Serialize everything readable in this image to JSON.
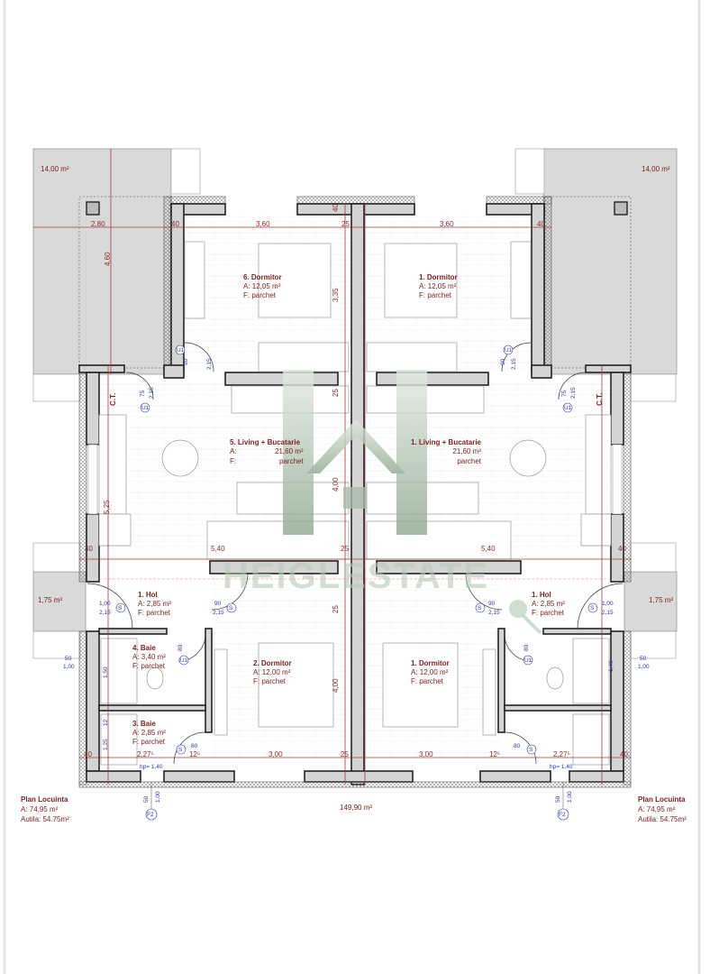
{
  "terraces": {
    "top_left": "14,00 m²",
    "top_right": "14,00 m²",
    "side_left": "1,75 m²",
    "side_right": "1,75 m²"
  },
  "dimensions": {
    "top": [
      "2,80",
      "40",
      "3,60",
      "25",
      "3,60",
      "40"
    ],
    "left_vertical": "4,60",
    "bed_vertical": "3,35",
    "wall_25_a": "25",
    "living_vertical": "4,00",
    "living_left_vertical": "5,25",
    "mid": [
      "40",
      "5,40",
      "25",
      "5,40",
      "40"
    ],
    "mid_vertical_25": "25",
    "bottom_vertical": "4,00",
    "bottom": [
      "40",
      "2,27⁵",
      "12⁵",
      "3,00",
      "25",
      "3,00",
      "12⁵",
      "2,27⁵",
      "40"
    ],
    "wall_40": "40"
  },
  "rooms": {
    "dormitor_6": {
      "title": "6. Dormitor",
      "area": "A:  12,05 m²",
      "floor": "F:   parchet"
    },
    "dormitor_1_top": {
      "title": "1. Dormitor",
      "area": "A:  12,05 m²",
      "floor": "F:   parchet"
    },
    "living_left": {
      "title": "5. Living + Bucatarie",
      "area_label": "A:",
      "area": "21,60 m²",
      "floor_label": "F:",
      "floor": "parchet"
    },
    "living_right": {
      "title": "1. Living + Bucatarie",
      "area": "21,60 m²",
      "floor": "parchet"
    },
    "hol_left": {
      "title": "1. Hol",
      "area": "A: 2,85 m²",
      "floor": "F:  parchet"
    },
    "hol_right": {
      "title": "1. Hol",
      "area": "A: 2,85 m²",
      "floor": "F:  parchet"
    },
    "baie_4": {
      "title": "4. Baie",
      "area": "A: 3,40 m²",
      "floor": "F:  parchet"
    },
    "baie_3": {
      "title": "3. Baie",
      "area": "A: 2,85 m²",
      "floor": "F:  parchet"
    },
    "dormitor_2": {
      "title": "2. Dormitor",
      "area": "A:  12,00 m²",
      "floor": "F:     parchet"
    },
    "dormitor_1_bottom": {
      "title": "1. Dormitor",
      "area": "A:  12,00 m²",
      "floor": "F:     parchet"
    }
  },
  "openings": {
    "u1": "U1",
    "s": "S",
    "f2": "F2",
    "ct": "C.T.",
    "w90": "90",
    "h215": "2,15",
    "w75": "75",
    "w100": "1,00",
    "w80": "80",
    "w50": "50",
    "hp140": "hp= 1,40",
    "h150": "1,50",
    "h140": "1,40",
    "h125": "1,25",
    "h12": "12"
  },
  "summary": {
    "left": {
      "title": "Plan Locuinta",
      "area": "A:     74,95 m²",
      "useful": "Autila: 54.75m²"
    },
    "right": {
      "title": "Plan Locuinta",
      "area": "A:     74,95 m²",
      "useful": "Autila: 54.75m²"
    },
    "total": "149,90 m²"
  },
  "watermark": {
    "text": "HEIGLESTATE"
  },
  "colors": {
    "wall": "#d4d4d4",
    "dimension": "#a33a3a",
    "label": "#7a2323",
    "opening": "#2d3a9b",
    "watermark": "#9fb39f"
  }
}
